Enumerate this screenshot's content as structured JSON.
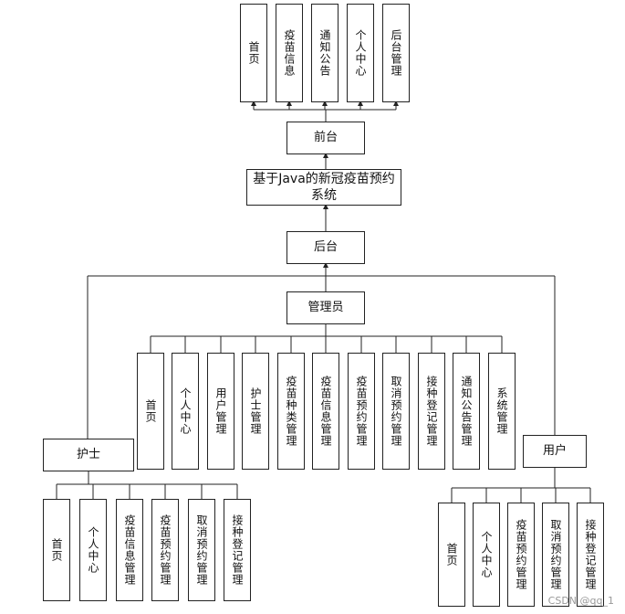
{
  "frontend": {
    "label": "前台",
    "items": [
      "首页",
      "疫苗信息",
      "通知公告",
      "个人中心",
      "后台管理"
    ]
  },
  "system": {
    "label": "基于Java的新冠疫苗预约系统"
  },
  "backend": {
    "label": "后台"
  },
  "admin": {
    "label": "管理员",
    "items": [
      "首页",
      "个人中心",
      "用户管理",
      "护士管理",
      "疫苗种类管理",
      "疫苗信息管理",
      "疫苗预约管理",
      "取消预约管理",
      "接种登记管理",
      "通知公告管理",
      "系统管理"
    ]
  },
  "nurse": {
    "label": "护士",
    "items": [
      "首页",
      "个人中心",
      "疫苗信息管理",
      "疫苗预约管理",
      "取消预约管理",
      "接种登记管理"
    ]
  },
  "user": {
    "label": "用户",
    "items": [
      "首页",
      "个人中心",
      "疫苗预约管理",
      "取消预约管理",
      "接种登记管理"
    ]
  },
  "watermark": "CSDN @qq_1"
}
